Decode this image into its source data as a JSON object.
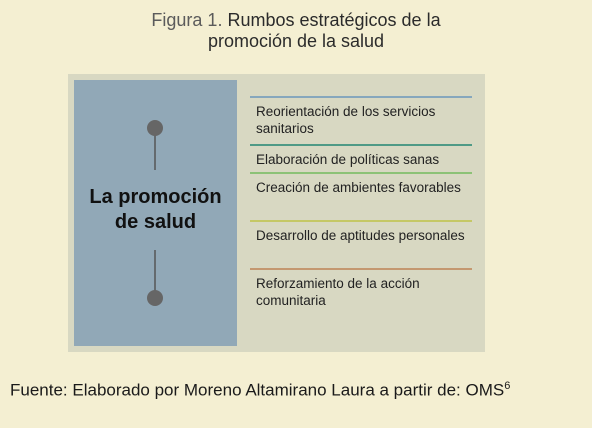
{
  "figure": {
    "label": "Figura 1.",
    "title_line1": "Rumbos estratégicos de la",
    "title_line2": "promoción de la salud"
  },
  "diagram": {
    "center_line1": "La promoción",
    "center_line2": "de salud",
    "items": [
      {
        "text": "Reorientación de los servicios sanitarios",
        "color": "#86a7bd"
      },
      {
        "text": "Elaboración de políticas sanas",
        "color": "#4f9a86"
      },
      {
        "text": "Creación de ambientes favorables",
        "color": "#8cc276"
      },
      {
        "text": "Desarrollo de aptitudes personales",
        "color": "#c5c866"
      },
      {
        "text": "Reforzamiento de la acción comunitaria",
        "color": "#c49870"
      }
    ]
  },
  "source": {
    "text": "Fuente: Elaborado por Moreno Altamirano Laura a partir de: OMS",
    "ref": "6"
  }
}
